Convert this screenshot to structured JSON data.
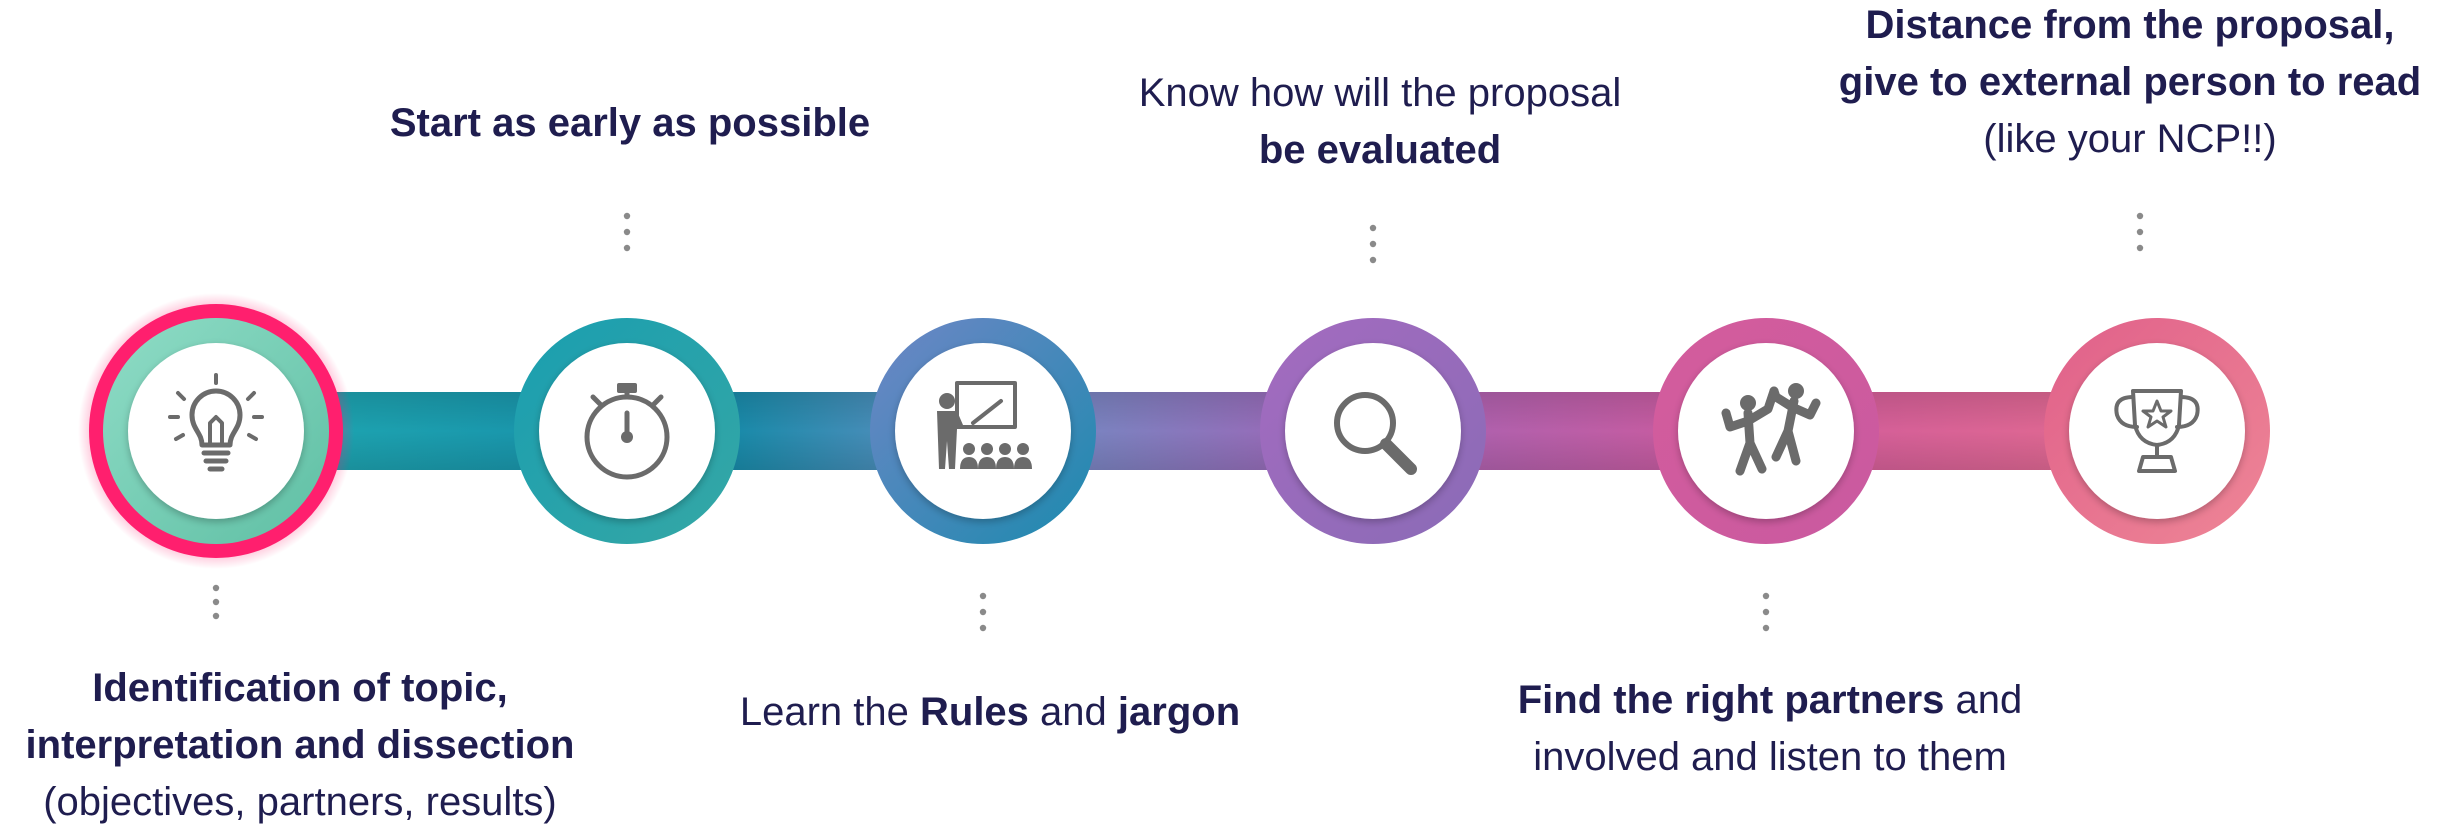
{
  "steps": [
    {
      "id": "identify",
      "icon": "lightbulb-icon",
      "highlighted": true,
      "label_lines": [
        [
          {
            "text": "Identification of topic,",
            "bold": true
          }
        ],
        [
          {
            "text": "interpretation and dissection",
            "bold": true
          }
        ],
        [
          {
            "text": "(objectives, partners, results)",
            "bold": false
          }
        ]
      ]
    },
    {
      "id": "start-early",
      "icon": "stopwatch-icon",
      "highlighted": false,
      "label_lines": [
        [
          {
            "text": "Start as early as possible",
            "bold": true
          }
        ]
      ]
    },
    {
      "id": "rules",
      "icon": "teacher-presentation-icon",
      "highlighted": false,
      "label_lines": [
        [
          {
            "text": "Learn the ",
            "bold": false
          },
          {
            "text": "Rules",
            "bold": true
          },
          {
            "text": " and ",
            "bold": false
          },
          {
            "text": "jargon",
            "bold": true
          }
        ]
      ]
    },
    {
      "id": "evaluation",
      "icon": "magnifier-icon",
      "highlighted": false,
      "label_lines": [
        [
          {
            "text": "Know how will the proposal",
            "bold": false
          }
        ],
        [
          {
            "text": "be evaluated",
            "bold": true
          }
        ]
      ]
    },
    {
      "id": "partners",
      "icon": "people-high-five-icon",
      "highlighted": false,
      "label_lines": [
        [
          {
            "text": "Find the right partners",
            "bold": true
          },
          {
            "text": " and",
            "bold": false
          }
        ],
        [
          {
            "text": "involved and listen to them",
            "bold": false
          }
        ]
      ]
    },
    {
      "id": "distance",
      "icon": "trophy-icon",
      "highlighted": false,
      "label_lines": [
        [
          {
            "text": "Distance from the proposal,",
            "bold": true
          }
        ],
        [
          {
            "text": "give to external person to read",
            "bold": true
          }
        ],
        [
          {
            "text": "(like your NCP!!)",
            "bold": false
          }
        ]
      ]
    }
  ],
  "colors": {
    "text": "#1f1d4f",
    "icon": "#6b6b6b",
    "dots": "#8a8a8a",
    "highlight": "#ff1f6e",
    "ring_gradient": [
      "#7ed3be",
      "#1a9aab",
      "#2f6fae",
      "#9b6bb8",
      "#d0579a",
      "#e86b8c"
    ]
  }
}
